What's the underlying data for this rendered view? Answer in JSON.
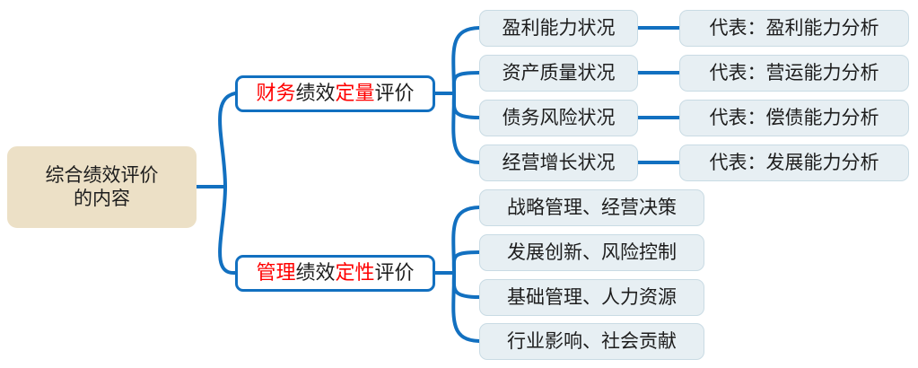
{
  "diagram": {
    "type": "mind-map",
    "orientation": "left-to-right",
    "colors": {
      "root_fill": "#ece0c6",
      "branch_stroke": "#1270c0",
      "leaf_fill": "#e7eff3",
      "leaf_border": "#c9dbe4",
      "highlight_text": "#ff0000",
      "body_text": "#1d1d1d",
      "background": "#ffffff"
    },
    "root": {
      "line1": "综合绩效评价",
      "line2": "的内容"
    },
    "branches": [
      {
        "id": "financial",
        "label_segments": [
          {
            "text": "财务",
            "emphasis": true
          },
          {
            "text": "绩效",
            "emphasis": false
          },
          {
            "text": "定量",
            "emphasis": true
          },
          {
            "text": "评价",
            "emphasis": false
          }
        ],
        "children": [
          {
            "label": "盈利能力状况",
            "detail": "代表：盈利能力分析"
          },
          {
            "label": "资产质量状况",
            "detail": "代表：营运能力分析"
          },
          {
            "label": "债务风险状况",
            "detail": "代表：偿债能力分析"
          },
          {
            "label": "经营增长状况",
            "detail": "代表：发展能力分析"
          }
        ]
      },
      {
        "id": "management",
        "label_segments": [
          {
            "text": "管理",
            "emphasis": true
          },
          {
            "text": "绩效",
            "emphasis": false
          },
          {
            "text": "定性",
            "emphasis": true
          },
          {
            "text": "评价",
            "emphasis": false
          }
        ],
        "children": [
          {
            "label": "战略管理、经营决策",
            "detail": null
          },
          {
            "label": "发展创新、风险控制",
            "detail": null
          },
          {
            "label": "基础管理、人力资源",
            "detail": null
          },
          {
            "label": "行业影响、社会贡献",
            "detail": null
          }
        ]
      }
    ]
  }
}
